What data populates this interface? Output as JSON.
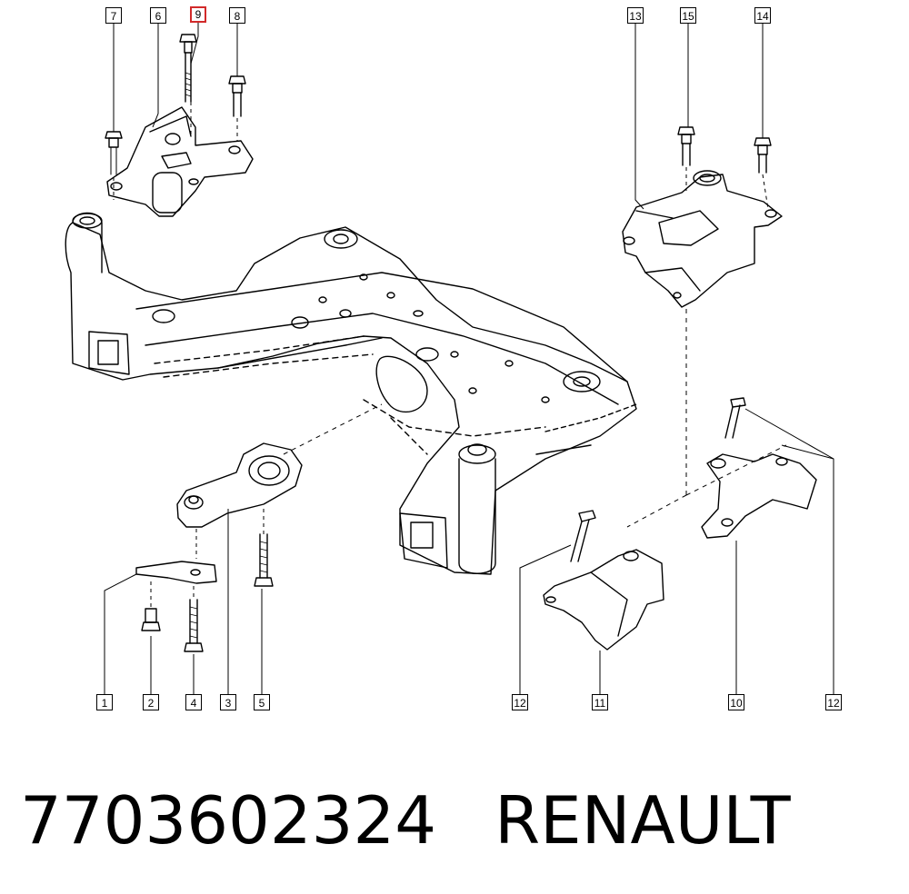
{
  "callouts": {
    "c7": "7",
    "c6": "6",
    "c9": "9",
    "c8": "8",
    "c13": "13",
    "c15": "15",
    "c14": "14",
    "c1": "1",
    "c2": "2",
    "c4": "4",
    "c3": "3",
    "c5": "5",
    "c12a": "12",
    "c11": "11",
    "c10": "10",
    "c12b": "12"
  },
  "highlighted_callout": "9",
  "highlight_color": "#d22a2a",
  "part_number": "7703602324",
  "brand": "RENAULT"
}
